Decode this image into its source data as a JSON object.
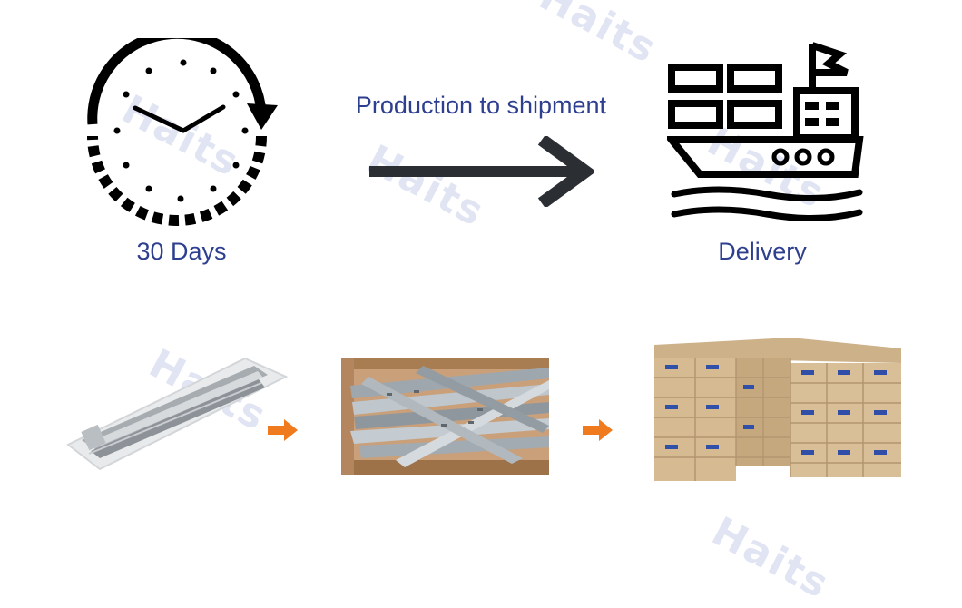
{
  "top": {
    "duration_label": "30 Days",
    "process_label": "Production to shipment",
    "delivery_label": "Delivery"
  },
  "watermark": {
    "text": "Haits"
  },
  "icons": {
    "clock": "clock-icon",
    "arrow": "arrow-right-icon",
    "ship": "cargo-ship-icon",
    "small_arrow": "orange-arrow-icon"
  },
  "colors": {
    "label_text": "#2e3f8f",
    "arrow_dark": "#2b2f33",
    "orange_arrow": "#f07a1e"
  },
  "bottom": {
    "photos": [
      "drawer-slide-in-plastic-bag-photo",
      "drawer-slides-in-carton-photo",
      "stacked-cartons-pallet-photo"
    ]
  }
}
